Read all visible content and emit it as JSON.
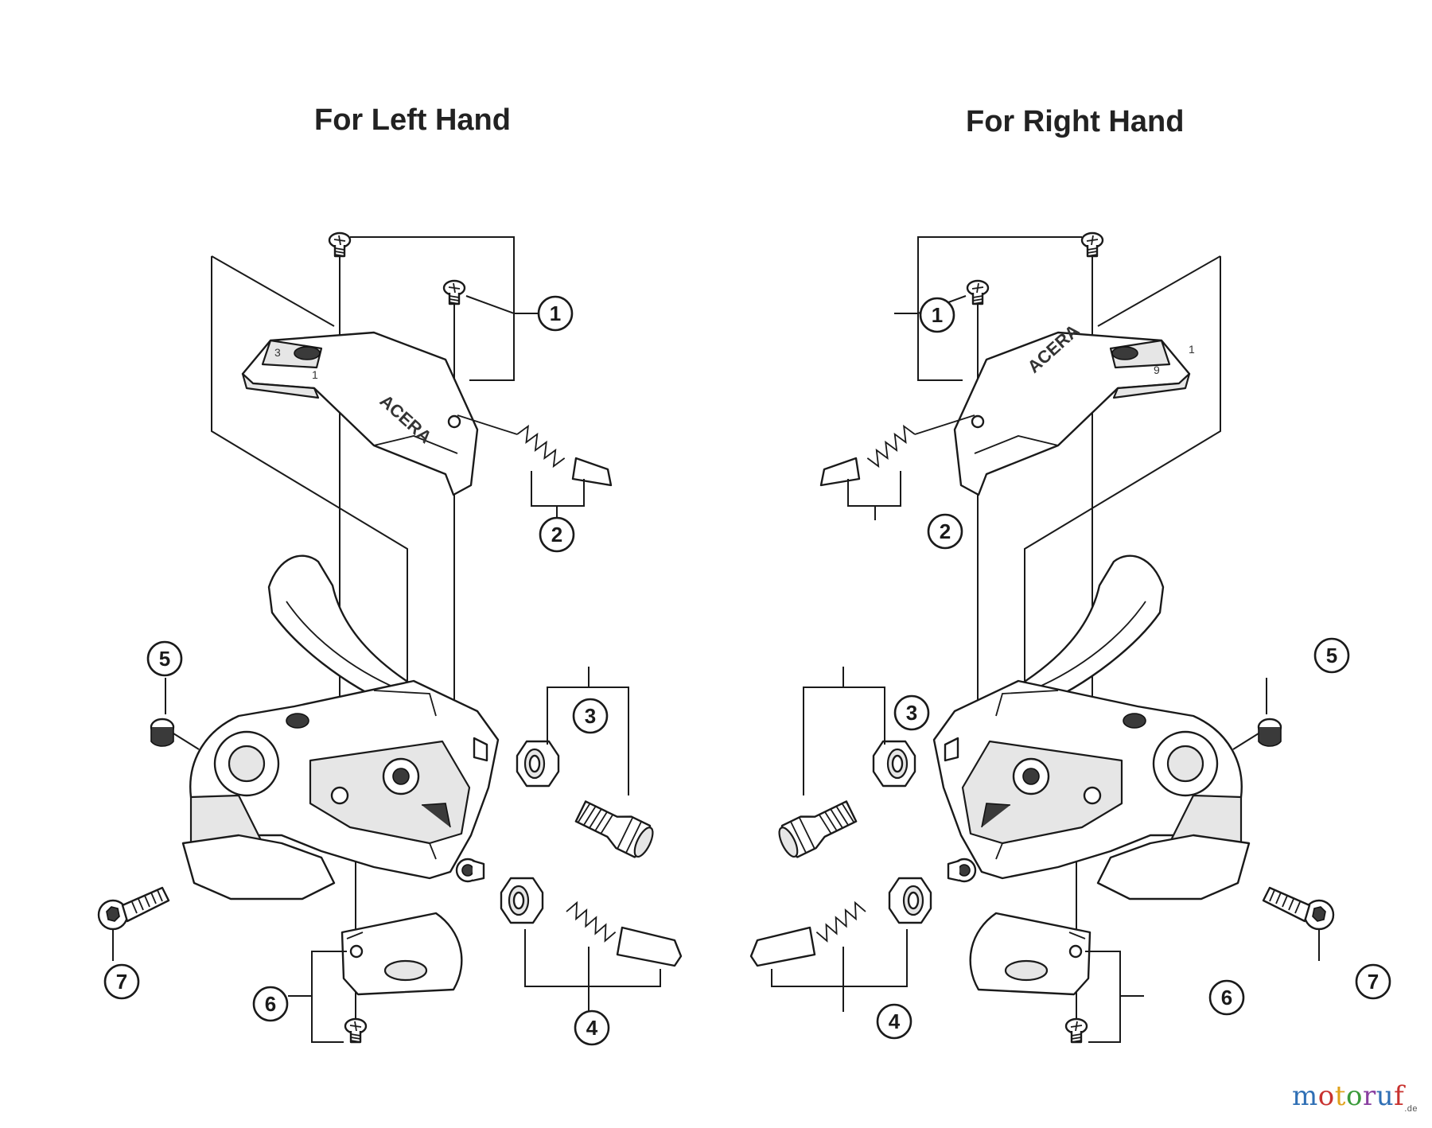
{
  "headings": {
    "left": "For Left Hand",
    "right": "For Right Hand"
  },
  "part_numbers": {
    "p1": "1",
    "p2": "2",
    "p3": "3",
    "p4": "4",
    "p5": "5",
    "p6": "6",
    "p7": "7"
  },
  "cover_marks": {
    "brand": "ACERA",
    "left_gear_3": "3",
    "left_gear_1": "1",
    "right_gear_9": "9",
    "right_gear_1": "1"
  },
  "watermark": {
    "text": "motoruf",
    "suffix": ".de",
    "colors": [
      "#2f6fb5",
      "#c8322f",
      "#e0a21c",
      "#3a9a3a",
      "#8a3fa0",
      "#2f6fb5",
      "#c8322f"
    ]
  }
}
